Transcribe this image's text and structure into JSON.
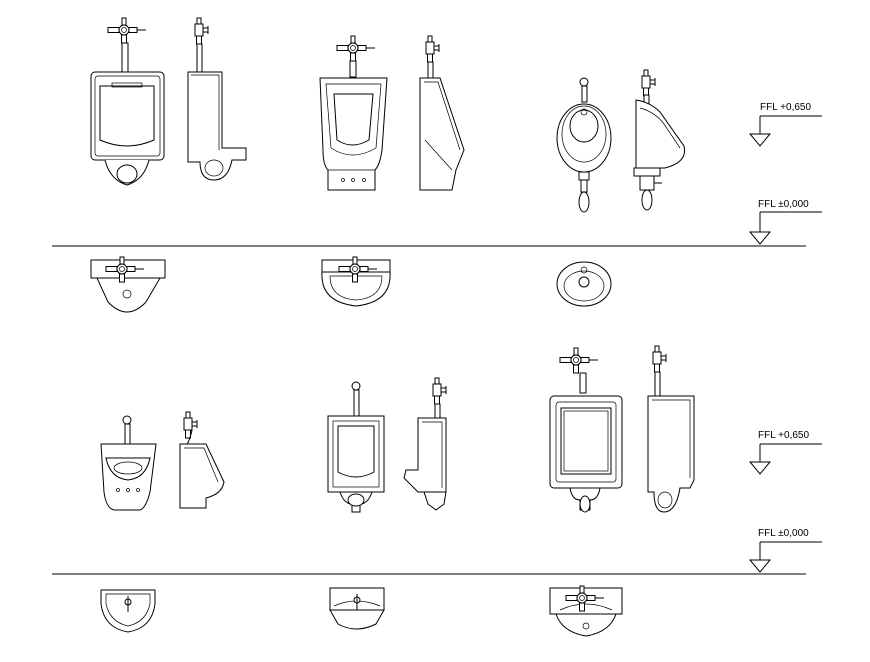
{
  "levels": {
    "top": {
      "upper": "FFL +0,650",
      "lower": "FFL ±0,000"
    },
    "bottom": {
      "upper": "FFL +0,650",
      "lower": "FFL ±0,000"
    }
  }
}
